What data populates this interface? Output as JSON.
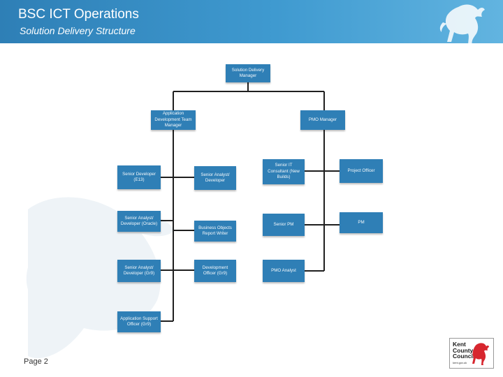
{
  "header": {
    "title": "BSC ICT Operations",
    "subtitle": "Solution Delivery Structure"
  },
  "org_chart": {
    "root": "Solution Delivery Manager",
    "app_dev_manager": "Application Development Team Manager",
    "pmo_manager": "PMO Manager",
    "col1": [
      "Senior Developer (E13)",
      "Senior Analyst/ Developer (Oracle)",
      "Senior Analyst/ Developer (Gr9)",
      "Application Support Officer (Gr9)"
    ],
    "col2": [
      "Senior Analyst/ Developer",
      "Business Objects Report Writer",
      "Development Officer (Gr9)"
    ],
    "col3": [
      "Senior IT Consultant (New Builds)",
      "Senior PM",
      "PMO Analyst"
    ],
    "col4": [
      "Project Officer",
      "PM"
    ]
  },
  "footer": {
    "page": "Page 2"
  },
  "logo": {
    "line1": "Kent",
    "line2": "County",
    "line3": "Council",
    "line4": "kent.gov.uk"
  },
  "colors": {
    "box": "#2f7fb6",
    "header": "#3f9ad0",
    "connector": "#1f1f1f"
  }
}
